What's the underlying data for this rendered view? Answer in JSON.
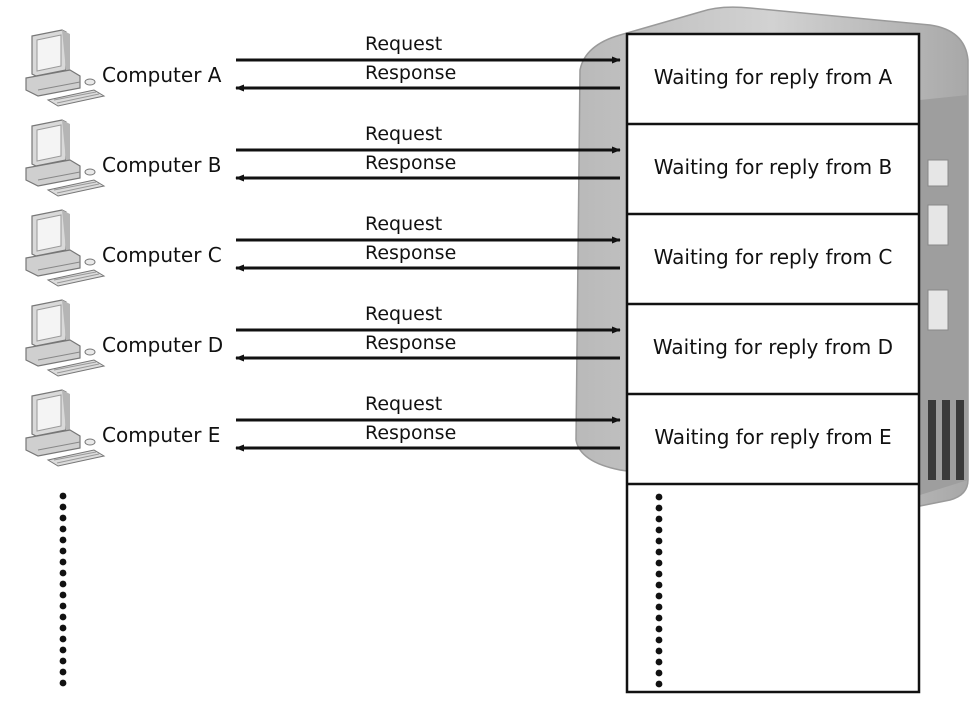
{
  "diagram": {
    "client_label": "Computer",
    "request_label": "Request",
    "response_label": "Response",
    "clients": [
      {
        "id": "A",
        "label": "Computer A",
        "slot_text": "Waiting for reply from A"
      },
      {
        "id": "B",
        "label": "Computer B",
        "slot_text": "Waiting for reply from B"
      },
      {
        "id": "C",
        "label": "Computer C",
        "slot_text": "Waiting for reply from C"
      },
      {
        "id": "D",
        "label": "Computer D",
        "slot_text": "Waiting for reply from D"
      },
      {
        "id": "E",
        "label": "Computer E",
        "slot_text": "Waiting for reply from E"
      }
    ],
    "colors": {
      "server_body": "#c8c8c8",
      "server_shadow": "#a9a9a9",
      "line": "#111111"
    },
    "icons": [
      "computer-icon",
      "server-icon",
      "continuation-dots"
    ]
  }
}
